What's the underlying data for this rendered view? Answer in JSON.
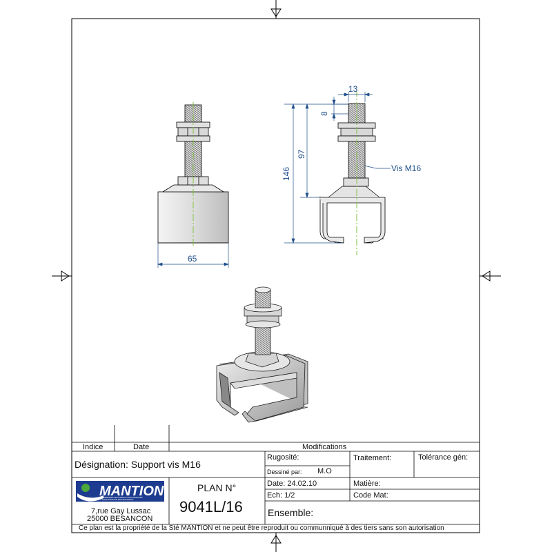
{
  "dimensions": {
    "top_width": "13",
    "thread_depth": "8",
    "height_97": "97",
    "height_146": "146",
    "base_width": "65",
    "callout": "Vis M16"
  },
  "title_block": {
    "indice_label": "Indice",
    "date_label": "Date",
    "modifications_label": "Modifications",
    "designation": "Désignation: Support vis M16",
    "rugosite_label": "Rugosité:",
    "traitement_label": "Traitement:",
    "tolerance_label": "Tolérance gén:",
    "dessine_label": "Dessiné par:",
    "dessine_value": "M.O",
    "date_value": "Date: 24.02.10",
    "matiere_label": "Matière:",
    "ech_value": "Ech:  1/2",
    "code_mat_label": "Code Mat:",
    "plan_label": "PLAN N°",
    "plan_number": "9041L/16",
    "ensemble_label": "Ensemble:",
    "company_name": "MANTION",
    "company_tagline_1": "FERRURES DE PORTES COULISSANTES",
    "company_tagline_2": "MANUTENTION PAR MONORAIL",
    "address_1": "7,rue Gay Lussac",
    "address_2": "25000 BESANCON",
    "footer_notice": "Ce plan est la propriété de la Sté MANTION et ne peut être reproduit ou communniqué à des tiers sans son autorisation"
  },
  "colors": {
    "dimension_blue": "#1f4f8c",
    "logo_blue": "#1d3c8f",
    "logo_green": "#4aa83a",
    "centerline_green": "#7fc241"
  }
}
